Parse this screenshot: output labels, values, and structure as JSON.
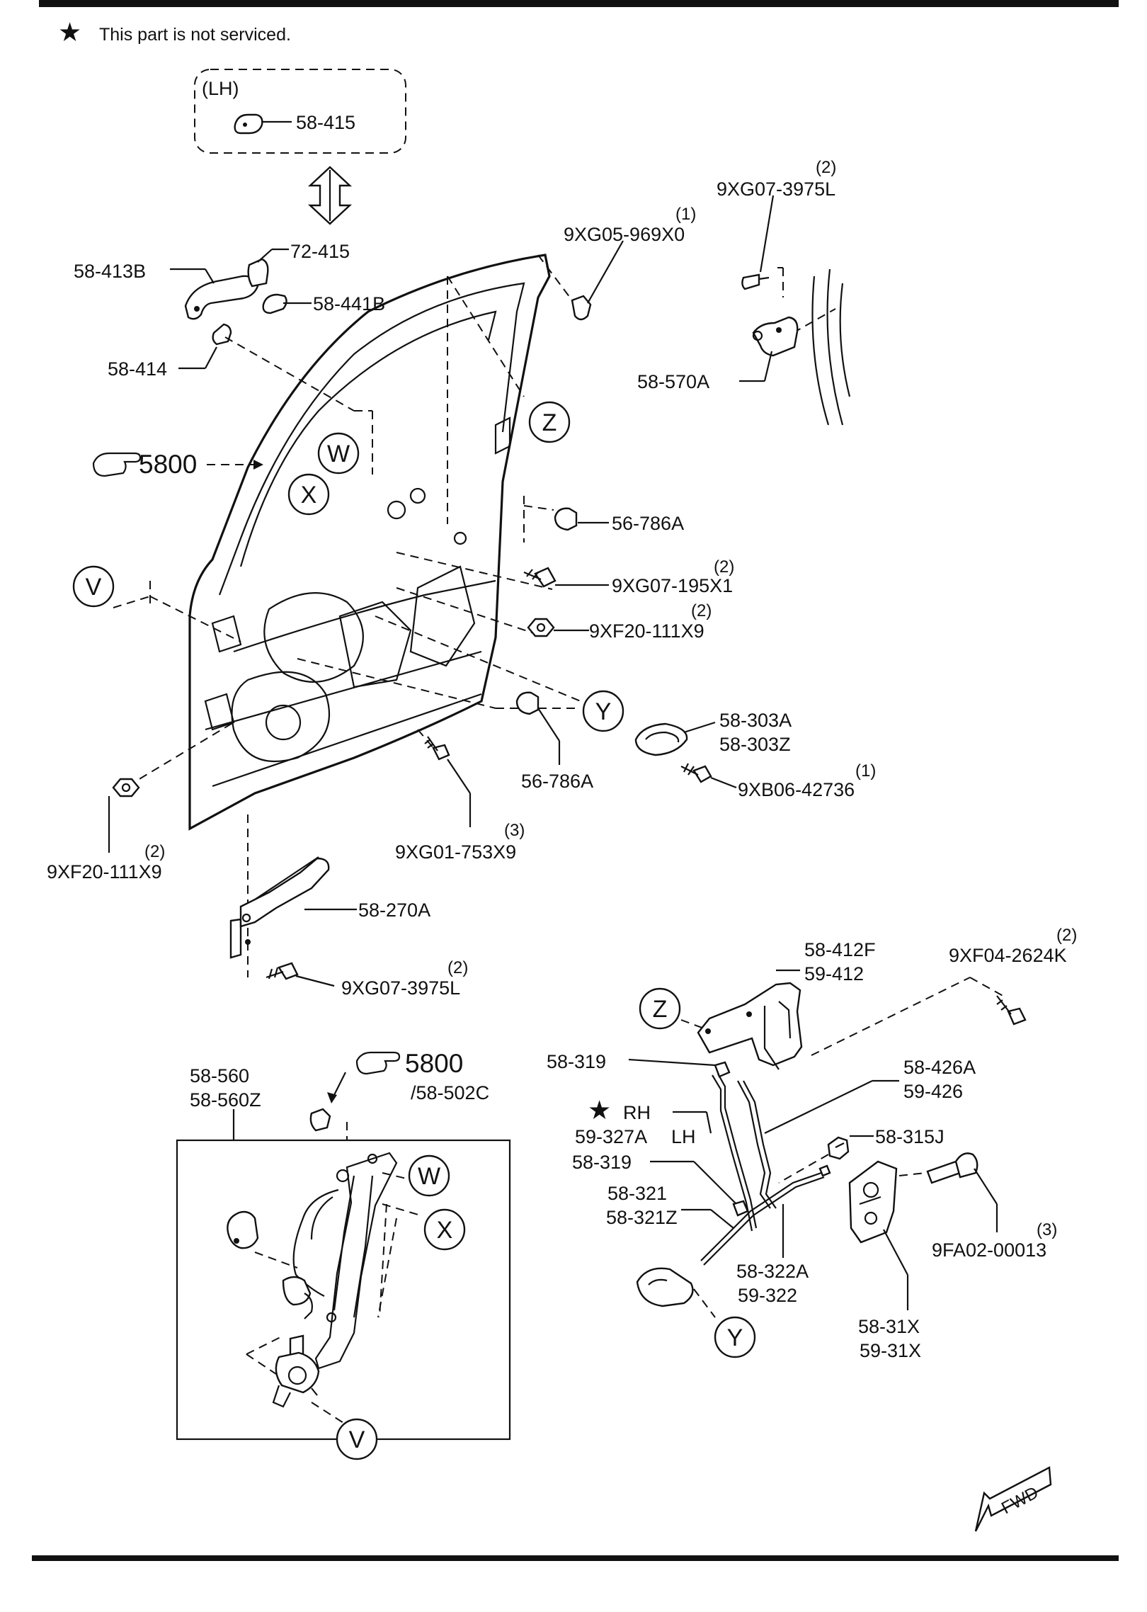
{
  "note": {
    "symbol": "★",
    "text": "This part is not serviced."
  },
  "lh_box": {
    "title": "(LH)",
    "part": "58-415"
  },
  "callouts": {
    "z": "Z",
    "w": "W",
    "x": "X",
    "v": "V",
    "y": "Y"
  },
  "refs": {
    "door": "5800",
    "regulator": "5800",
    "regulator_sub": "/58-502C"
  },
  "labels": {
    "p72_415": "72-415",
    "p58_413B": "58-413B",
    "p58_441B": "58-441B",
    "p58_414": "58-414",
    "p9XG05_qty": "(1)",
    "p9XG05": "9XG05-969X0",
    "p9XG07_top_qty": "(2)",
    "p9XG07_top": "9XG07-3975L",
    "p58_570A": "58-570A",
    "p56_786A_a": "56-786A",
    "p9XG07_195_qty": "(2)",
    "p9XG07_195": "9XG07-195X1",
    "p9XF20_r_qty": "(2)",
    "p9XF20_r": "9XF20-111X9",
    "p58_303A": "58-303A",
    "p58_303Z": "58-303Z",
    "p56_786A_b": "56-786A",
    "p9XB06_qty": "(1)",
    "p9XB06": "9XB06-42736",
    "p9XG01_qty": "(3)",
    "p9XG01": "9XG01-753X9",
    "p9XF20_l_qty": "(2)",
    "p9XF20_l": "9XF20-111X9",
    "p58_270A": "58-270A",
    "p9XG07_bot_qty": "(2)",
    "p9XG07_bot": "9XG07-3975L",
    "p58_412F": "58-412F",
    "p59_412": "59-412",
    "p9XF04_qty": "(2)",
    "p9XF04": "9XF04-2624K",
    "p58_319_a": "58-319",
    "p58_426A": "58-426A",
    "p59_426": "59-426",
    "rh_star": "★",
    "rh": "RH",
    "p59_327A": "59-327A",
    "lh": "LH",
    "p58_315J": "58-315J",
    "p58_319_b": "58-319",
    "p58_321": "58-321",
    "p58_321Z": "58-321Z",
    "p58_322A": "58-322A",
    "p59_322": "59-322",
    "p9FA02_qty": "(3)",
    "p9FA02": "9FA02-00013",
    "p58_31X": "58-31X",
    "p59_31X": "59-31X",
    "p58_560": "58-560",
    "p58_560Z": "58-560Z"
  },
  "fwd": "FWD"
}
